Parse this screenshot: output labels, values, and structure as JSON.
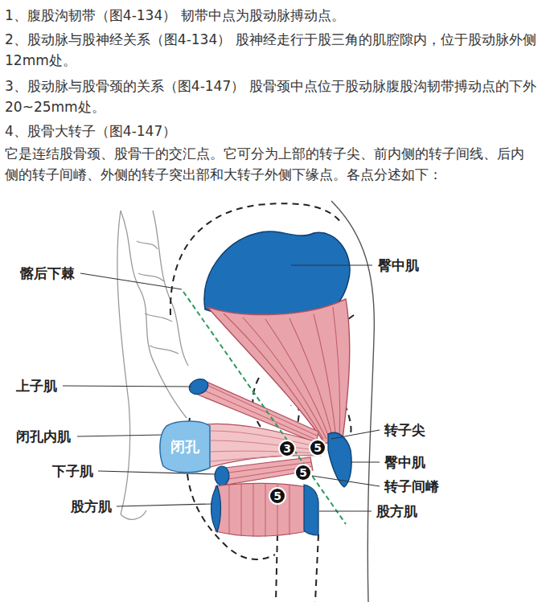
{
  "diagram": {
    "nodes": [
      {
        "text": [
          "闭孔"
        ]
      },
      {
        "text": [
          "3"
        ]
      },
      {
        "text": [
          "5"
        ]
      },
      {
        "text": [
          "5"
        ]
      },
      {
        "text": [
          "5"
        ]
      }
    ],
    "labels": [
      "1、腹股沟韧带（图4-134）  韧带中点为股动脉搏动点。",
      "2、股动脉与股神经关系（图4-134） 股神经走行于股三角的肌腔隙内，位于股动脉外侧12mm处。",
      "3、股动脉与股骨颈的关系（图4-147） 股骨颈中点位于股动脉腹股沟韧带搏动点的下外20~25mm处。",
      "4、股骨大转子（图4-147）",
      "它是连结股骨颈、股骨干的交汇点。它可分为上部的转子尖、前内侧的转子间线、后内侧的转子间嵴、外侧的转子突出部和大转子外侧下缘点。各点分述如下：",
      "臀中肌",
      "髂后下棘",
      "上子肌",
      "转子尖",
      "闭孔内肌",
      "臀中肌",
      "下子肌",
      "转子间嵴",
      "股方肌",
      "股方肌"
    ]
  }
}
